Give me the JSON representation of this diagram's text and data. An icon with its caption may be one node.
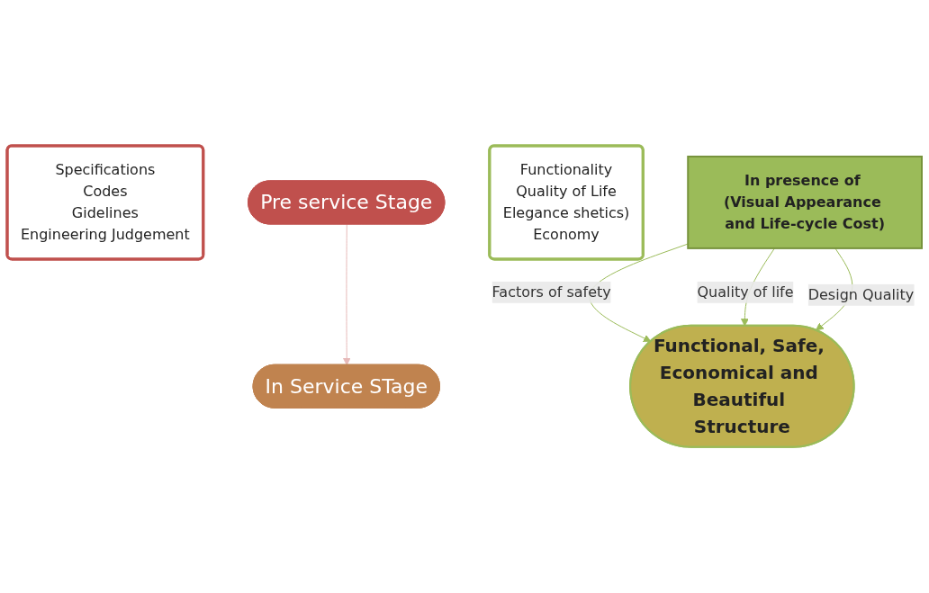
{
  "diagram": {
    "nodes": [
      {
        "text": [
          "Specifications",
          "Codes",
          "Gidelines",
          "Engineering Judgement"
        ]
      },
      {
        "text": [
          "Pre service Stage"
        ]
      },
      {
        "text": [
          "In Service STage"
        ]
      },
      {
        "text": [
          "Functionality",
          "Quality of Life",
          "Elegance shetics)",
          "Economy"
        ]
      },
      {
        "text": [
          "In presence of (Visual Appearance and Life-cycle Cost)"
        ]
      },
      {
        "text": [
          "Functional, Safe, Economical and Beautiful Structure"
        ]
      }
    ],
    "edges": [
      {
        "from": 1,
        "to": 2,
        "arrow": "to",
        "color": "#e6b9b8"
      },
      {
        "from": 4,
        "to": 5,
        "arrow": "to",
        "label": "Factors of safety"
      },
      {
        "from": 4,
        "to": 5,
        "arrow": "to",
        "label": "Quality of life"
      },
      {
        "from": 4,
        "to": 5,
        "arrow": "to",
        "label": "Design Quality"
      }
    ]
  }
}
